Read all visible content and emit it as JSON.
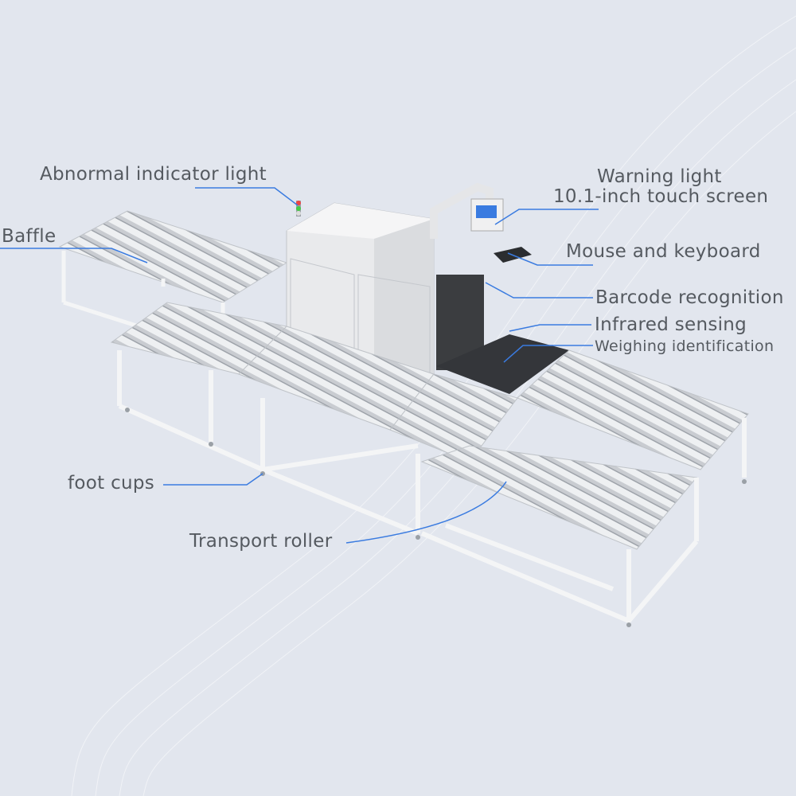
{
  "labels": {
    "abnormal_light": "Abnormal indicator light",
    "baffle": "Baffle",
    "warning_light": "Warning light",
    "touch_screen": "10.1-inch touch screen",
    "mouse_keyboard": "Mouse and keyboard",
    "barcode": "Barcode recognition",
    "infrared": "Infrared sensing",
    "weighing": "Weighing identification",
    "foot_cups": "foot cups",
    "transport_roller": "Transport roller"
  },
  "colors": {
    "leader": "#3a7be0",
    "text": "#555a60",
    "background": "#e2e6ee"
  }
}
